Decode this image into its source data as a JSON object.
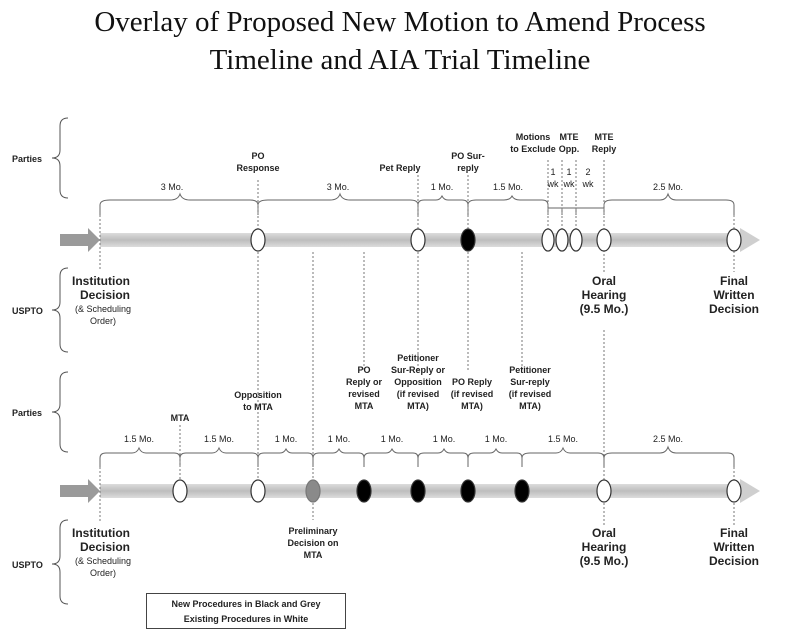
{
  "title": {
    "line1": "Overlay of Proposed New Motion to Amend Process",
    "line2": "Timeline and AIA Trial Timeline"
  },
  "rows": {
    "parties": "Parties",
    "uspto": "USPTO"
  },
  "top": {
    "parties_events": {
      "po_response": [
        "PO",
        "Response"
      ],
      "pet_reply": [
        "Pet Reply"
      ],
      "po_sur_reply": [
        "PO Sur-",
        "reply"
      ],
      "motions_to_exclude": [
        "Motions",
        "to Exclude"
      ],
      "mte_opp": [
        "MTE",
        "Opp."
      ],
      "mte_reply": [
        "MTE",
        "Reply"
      ]
    },
    "durations": [
      "3 Mo.",
      "3 Mo.",
      "1 Mo.",
      "1.5 Mo.",
      "1",
      "wk",
      "1",
      "wk",
      "2",
      "wk",
      "2.5 Mo."
    ],
    "uspto_events": {
      "institution": [
        "Institution",
        "Decision"
      ],
      "institution_sub": [
        "(& Scheduling",
        "Order)"
      ],
      "oral_hearing": [
        "Oral",
        "Hearing",
        "(9.5 Mo.)"
      ],
      "final": [
        "Final",
        "Written",
        "Decision"
      ]
    }
  },
  "bottom": {
    "parties_events": {
      "mta": [
        "MTA"
      ],
      "opposition": [
        "Opposition",
        "to MTA"
      ],
      "po_reply": [
        "PO",
        "Reply or",
        "revised",
        "MTA"
      ],
      "pet_sur_reply_opp": [
        "Petitioner",
        "Sur-Reply or",
        "Opposition",
        "(if revised",
        "MTA)"
      ],
      "po_reply_revised": [
        "PO Reply",
        "(if revised",
        "MTA)"
      ],
      "pet_sur_reply": [
        "Petitioner",
        "Sur-reply",
        "(if revised",
        "MTA)"
      ]
    },
    "durations": [
      "1.5 Mo.",
      "1.5 Mo.",
      "1 Mo.",
      "1 Mo.",
      "1 Mo.",
      "1 Mo.",
      "1 Mo.",
      "1.5 Mo.",
      "2.5 Mo."
    ],
    "uspto_events": {
      "institution": [
        "Institution",
        "Decision"
      ],
      "institution_sub": [
        "(& Scheduling",
        "Order)"
      ],
      "preliminary": [
        "Preliminary",
        "Decision on",
        "MTA"
      ],
      "oral_hearing": [
        "Oral",
        "Hearing",
        "(9.5 Mo.)"
      ],
      "final": [
        "Final",
        "Written",
        "Decision"
      ]
    }
  },
  "legend": {
    "line1": "New Procedures in Black and Grey",
    "line2": "Existing Procedures in White"
  },
  "colors": {
    "arrow": "#c9c9c9",
    "arrow_dark": "#9a9a9a",
    "new_black": "#000000",
    "new_grey": "#8a8a8a",
    "existing_white": "#ffffff",
    "line": "#555555"
  }
}
